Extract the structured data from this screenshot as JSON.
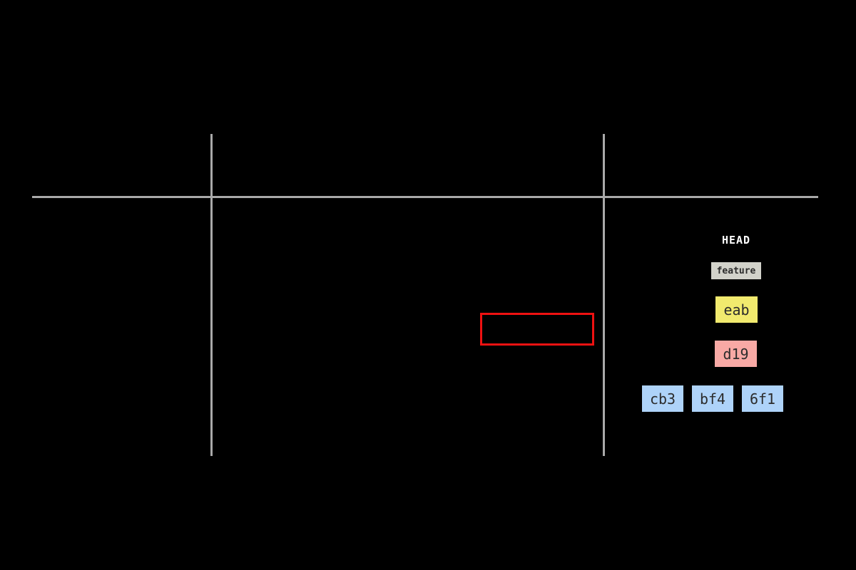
{
  "git_graph": {
    "head_label": "HEAD",
    "branch_tag": "feature",
    "commits": {
      "tip": "eab",
      "middle": "d19",
      "bottom_row": [
        "cb3",
        "bf4",
        "6f1"
      ]
    }
  },
  "colors": {
    "background": "#000000",
    "grid_line": "#a9a9a9",
    "highlight_border": "#ee1111",
    "head_text": "#ffffff",
    "branch_tag_bg": "#d2d2ca",
    "tip_commit_bg": "#f1ea6e",
    "middle_commit_bg": "#f8a9a5",
    "bottom_commit_bg": "#aed3f9",
    "commit_text": "#2b2b2b"
  }
}
